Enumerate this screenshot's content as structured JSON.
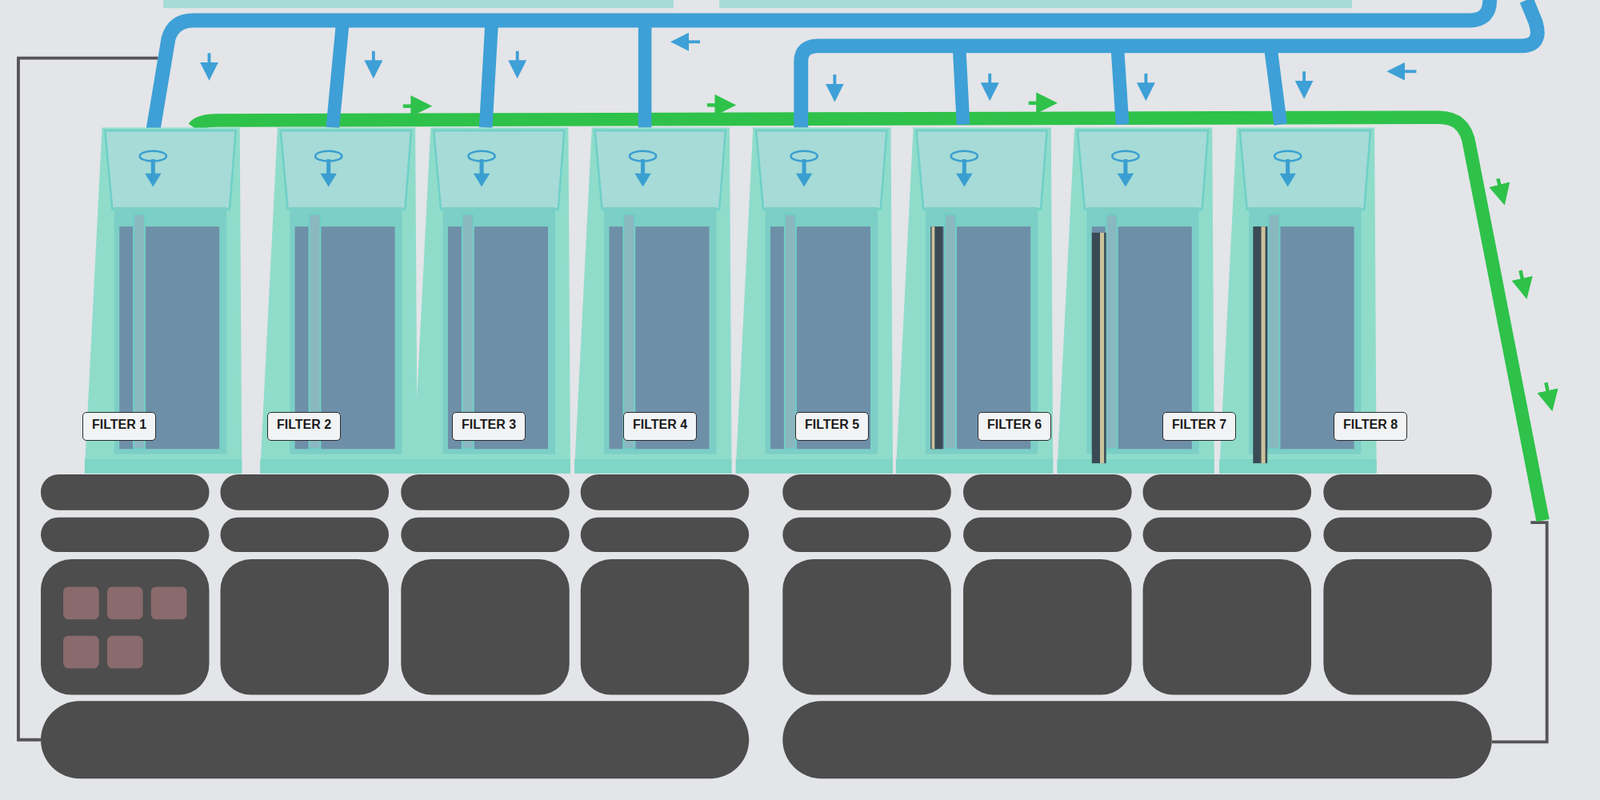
{
  "diagram": {
    "nodes": [
      {
        "text": [
          "FILTER 1"
        ]
      },
      {
        "text": [
          "FILTER 2"
        ]
      },
      {
        "text": [
          "FILTER 3"
        ]
      },
      {
        "text": [
          "FILTER 4"
        ]
      },
      {
        "text": [
          "FILTER 5"
        ]
      },
      {
        "text": [
          "FILTER 6"
        ]
      },
      {
        "text": [
          "FILTER 7"
        ]
      },
      {
        "text": [
          "FILTER 8"
        ]
      }
    ]
  }
}
